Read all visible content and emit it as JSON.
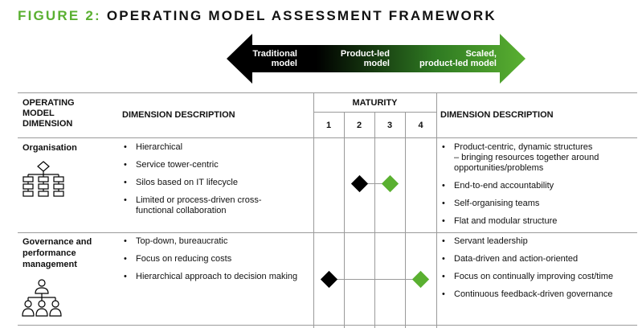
{
  "figure": {
    "label": "FIGURE 2:",
    "title": "OPERATING MODEL ASSESSMENT FRAMEWORK"
  },
  "arrow": {
    "left_label": [
      "Traditional",
      "model"
    ],
    "middle_label": [
      "Product-led",
      "model"
    ],
    "right_label": [
      "Scaled,",
      "product-led model"
    ]
  },
  "table": {
    "col1_header": [
      "OPERATING",
      "MODEL",
      "DIMENSION"
    ],
    "col2_header": "DIMENSION DESCRIPTION",
    "maturity_header": "MATURITY",
    "maturity_levels": [
      "1",
      "2",
      "3",
      "4"
    ],
    "col4_header": "DIMENSION DESCRIPTION",
    "rows": [
      {
        "dimension": [
          "Organisation"
        ],
        "icon": "org-chart-icon",
        "traditional": [
          [
            "Hierarchical"
          ],
          [
            "Service tower-centric"
          ],
          [
            "Silos based on IT lifecycle"
          ],
          [
            "Limited or process-driven cross-",
            "functional collaboration"
          ]
        ],
        "maturity_current": 2,
        "maturity_target": 3,
        "product_led": [
          [
            "Product-centric, dynamic structures",
            "– bringing resources together around",
            "opportunities/problems"
          ],
          [
            "End-to-end accountability"
          ],
          [
            "Self-organising teams"
          ],
          [
            "Flat and modular structure"
          ]
        ]
      },
      {
        "dimension": [
          "Governance and",
          "performance",
          "management"
        ],
        "icon": "people-hierarchy-icon",
        "traditional": [
          [
            "Top-down, bureaucratic"
          ],
          [
            "Focus on reducing costs"
          ],
          [
            "Hierarchical approach to decision making"
          ]
        ],
        "maturity_current": 1,
        "maturity_target": 4,
        "product_led": [
          [
            "Servant leadership"
          ],
          [
            "Data-driven and action-oriented"
          ],
          [
            "Focus on continually improving cost/time"
          ],
          [
            "Continuous feedback-driven governance"
          ]
        ]
      }
    ]
  },
  "colors": {
    "accent_green": "#5ab031",
    "black": "#000000",
    "rule_gray": "#9a9a9a"
  }
}
